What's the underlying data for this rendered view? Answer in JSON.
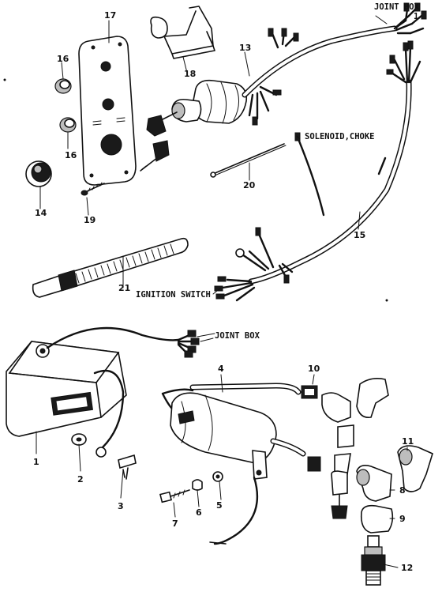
{
  "labels": {
    "joint_box_top": "JOINT BOX",
    "solenoid_choke": "SOLENOID,CHOKE",
    "ignition_switch": "IGNITION SWITCH",
    "joint_box_mid": "JOINT BOX"
  },
  "callouts": {
    "n1": "1",
    "n2": "2",
    "n3": "3",
    "n4": "4",
    "n5": "5",
    "n6": "6",
    "n7": "7",
    "n8": "8",
    "n9": "9",
    "n10": "10",
    "n11": "11",
    "n12": "12",
    "n13": "13",
    "n14": "14",
    "n15": "15",
    "n16a": "16",
    "n16b": "16",
    "n17": "17",
    "n18": "18",
    "n19": "19",
    "n20": "20",
    "n21": "21",
    "jb_tag": "1"
  }
}
